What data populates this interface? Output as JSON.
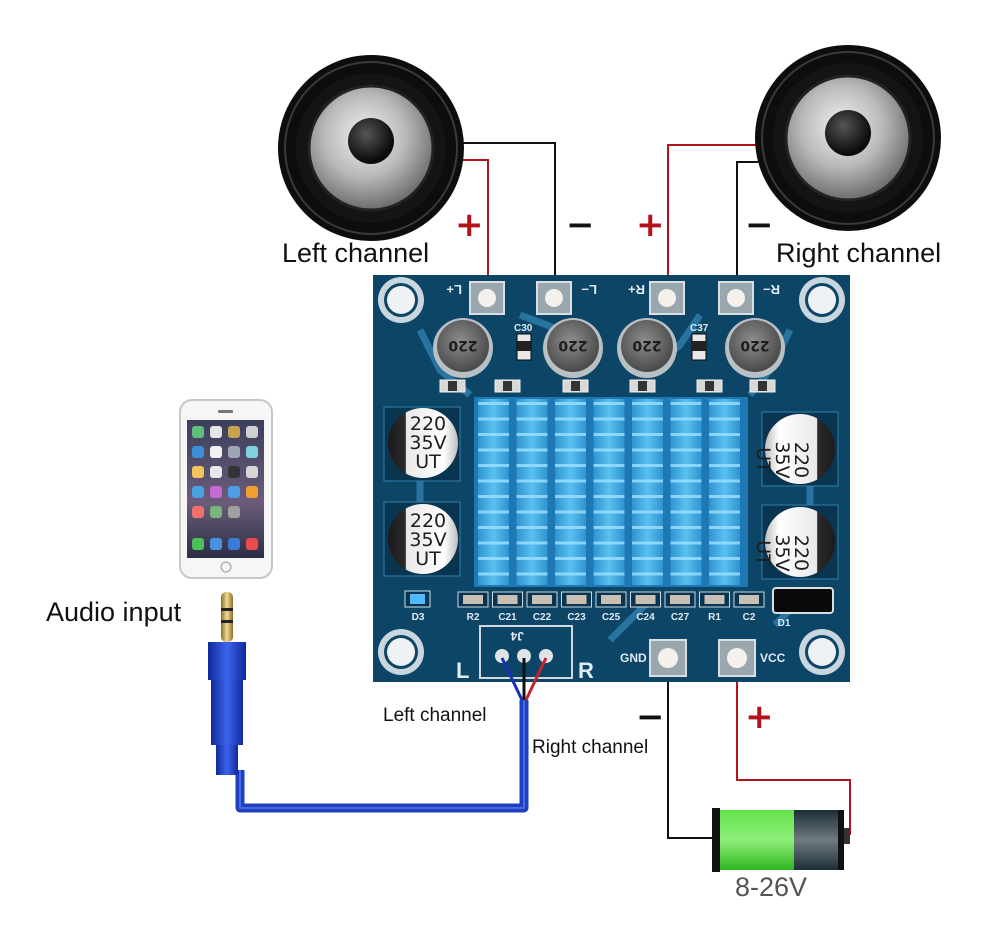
{
  "diagram": {
    "title_left_speaker": "Left channel",
    "title_right_speaker": "Right channel",
    "audio_input_label": "Audio input",
    "input_left_label": "Left channel",
    "input_right_label": "Right channel",
    "battery_label": "8-26V",
    "signs": {
      "left_plus": "+",
      "left_minus": "−",
      "right_plus": "+",
      "right_minus": "−",
      "gnd_minus": "−",
      "vcc_plus": "+"
    }
  },
  "board": {
    "terminals": {
      "l_plus": "L+",
      "l_minus": "L−",
      "r_plus": "R+",
      "r_minus": "R−",
      "gnd": "GND",
      "vcc": "VCC"
    },
    "inductor_marking": "220",
    "inductors": [
      "220",
      "220",
      "220",
      "220"
    ],
    "small_caps": [
      "C30",
      "C37"
    ],
    "electrolytic": {
      "line1": "220",
      "line2": "35V",
      "line3": "UT"
    },
    "bottom_components": [
      "D3",
      "R2",
      "C21",
      "C22",
      "C23",
      "C25",
      "C24",
      "C27",
      "R1",
      "C2",
      "D1"
    ],
    "input_header_label": "J4",
    "input_l": "L",
    "input_r": "R"
  },
  "colors": {
    "pcb": "#0c4566",
    "pcb_trace": "#2f8ab8",
    "heatsink": "#3aa6e3",
    "wire_red": "#b3121b",
    "wire_black": "#111111",
    "cable_blue": "#1e3fc0",
    "battery_green": "#3fd12c"
  }
}
